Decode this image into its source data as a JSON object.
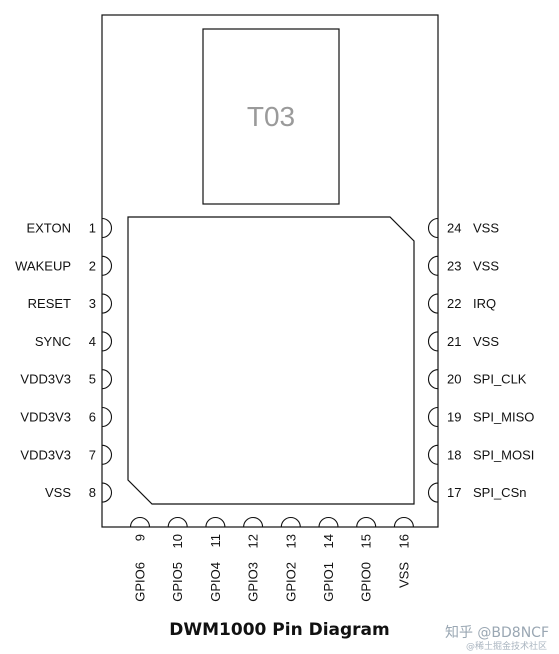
{
  "chip_label": "T03",
  "caption": "DWM1000 Pin Diagram",
  "watermark": "知乎 @BD8NCF",
  "watermark_sub": "@稀土掘金技术社区",
  "pins": {
    "left": [
      {
        "num": "1",
        "name": "EXTON"
      },
      {
        "num": "2",
        "name": "WAKEUP"
      },
      {
        "num": "3",
        "name": "RESET"
      },
      {
        "num": "4",
        "name": "SYNC"
      },
      {
        "num": "5",
        "name": "VDD3V3"
      },
      {
        "num": "6",
        "name": "VDD3V3"
      },
      {
        "num": "7",
        "name": "VDD3V3"
      },
      {
        "num": "8",
        "name": "VSS"
      }
    ],
    "bottom": [
      {
        "num": "9",
        "name": "GPIO6"
      },
      {
        "num": "10",
        "name": "GPIO5"
      },
      {
        "num": "11",
        "name": "GPIO4"
      },
      {
        "num": "12",
        "name": "GPIO3"
      },
      {
        "num": "13",
        "name": "GPIO2"
      },
      {
        "num": "14",
        "name": "GPIO1"
      },
      {
        "num": "15",
        "name": "GPIO0"
      },
      {
        "num": "16",
        "name": "VSS"
      }
    ],
    "right": [
      {
        "num": "17",
        "name": "SPI_CSn"
      },
      {
        "num": "18",
        "name": "SPI_MOSI"
      },
      {
        "num": "19",
        "name": "SPI_MISO"
      },
      {
        "num": "20",
        "name": "SPI_CLK"
      },
      {
        "num": "21",
        "name": "VSS"
      },
      {
        "num": "22",
        "name": "IRQ"
      },
      {
        "num": "23",
        "name": "VSS"
      },
      {
        "num": "24",
        "name": "VSS"
      }
    ]
  }
}
